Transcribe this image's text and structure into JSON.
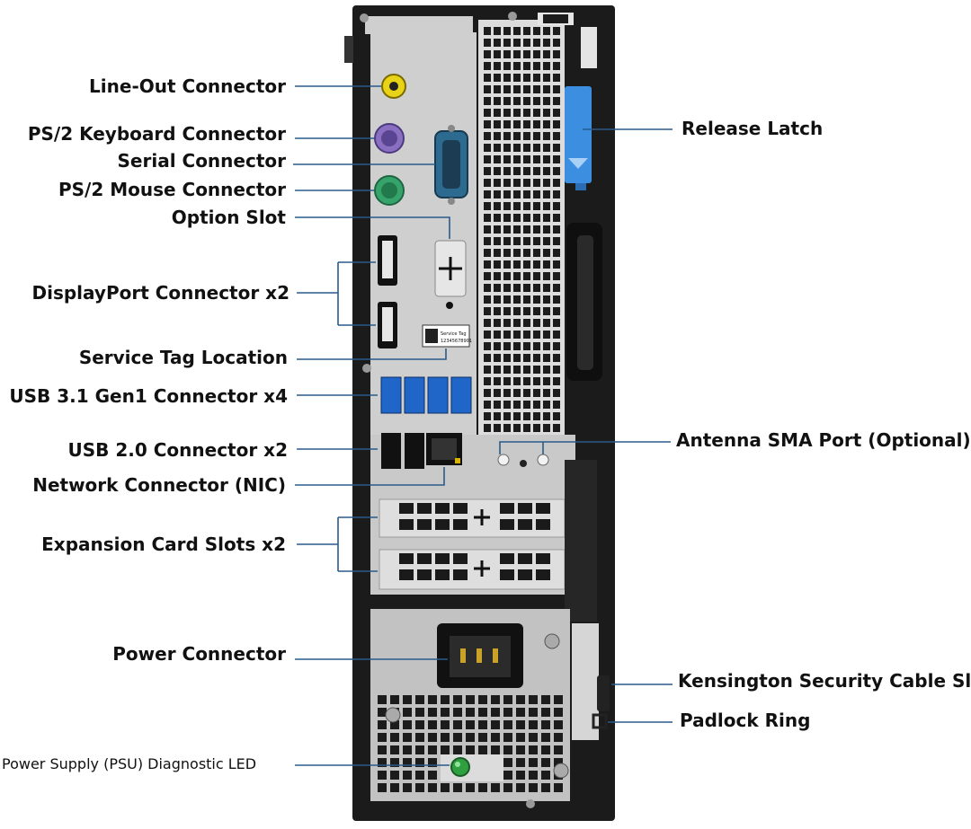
{
  "labels": {
    "line_out": "Line-Out Connector",
    "ps2_keyboard": "PS/2 Keyboard Connector",
    "serial": "Serial Connector",
    "ps2_mouse": "PS/2 Mouse Connector",
    "option_slot": "Option Slot",
    "displayport": "DisplayPort Connector x2",
    "service_tag": "Service Tag Location",
    "usb31": "USB 3.1 Gen1 Connector x4",
    "usb20": "USB 2.0 Connector x2",
    "network": "Network Connector (NIC)",
    "expansion": "Expansion Card Slots x2",
    "power_connector": "Power Connector",
    "psu_led": "Power Supply (PSU) Diagnostic LED",
    "release_latch": "Release Latch",
    "antenna": "Antenna SMA Port (Optional)",
    "kensington": "Kensington Security Cable Slot",
    "padlock": "Padlock Ring"
  },
  "tag_sticker": {
    "line1": "Service Tag",
    "line2": "12345678901"
  },
  "colors": {
    "leader_line": "#2a5a8a",
    "chassis": "#1b1b1b",
    "panel": "#cfcfcf",
    "usb3_blue": "#1f66c8",
    "line_out_yellow": "#e8d317",
    "ps2_purple": "#8a6fc0",
    "ps2_green": "#36a36b",
    "latch_blue": "#3b8ee0",
    "led_green": "#2fa040"
  }
}
